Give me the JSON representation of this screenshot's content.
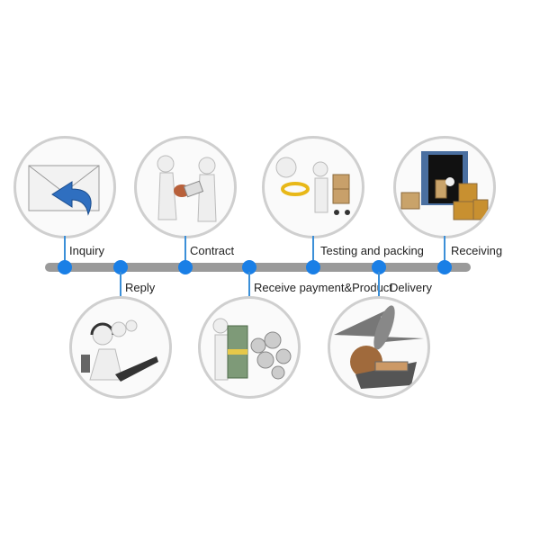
{
  "steps": [
    {
      "label": "Inquiry",
      "position": "top",
      "icon": "envelope-reply-icon"
    },
    {
      "label": "Reply",
      "position": "bottom",
      "icon": "call-center-icon"
    },
    {
      "label": "Contract",
      "position": "top",
      "icon": "handshake-contract-icon"
    },
    {
      "label": "Receive payment&Product",
      "position": "bottom",
      "icon": "money-gears-icon"
    },
    {
      "label": "Testing and packing",
      "position": "top",
      "icon": "magnifier-boxes-icon"
    },
    {
      "label": "Delivery",
      "position": "bottom",
      "icon": "plane-ship-globe-icon"
    },
    {
      "label": "Receiving",
      "position": "top",
      "icon": "container-boxes-icon"
    }
  ],
  "colors": {
    "accent": "#1a7fe6",
    "bar": "#9a9a9a"
  }
}
